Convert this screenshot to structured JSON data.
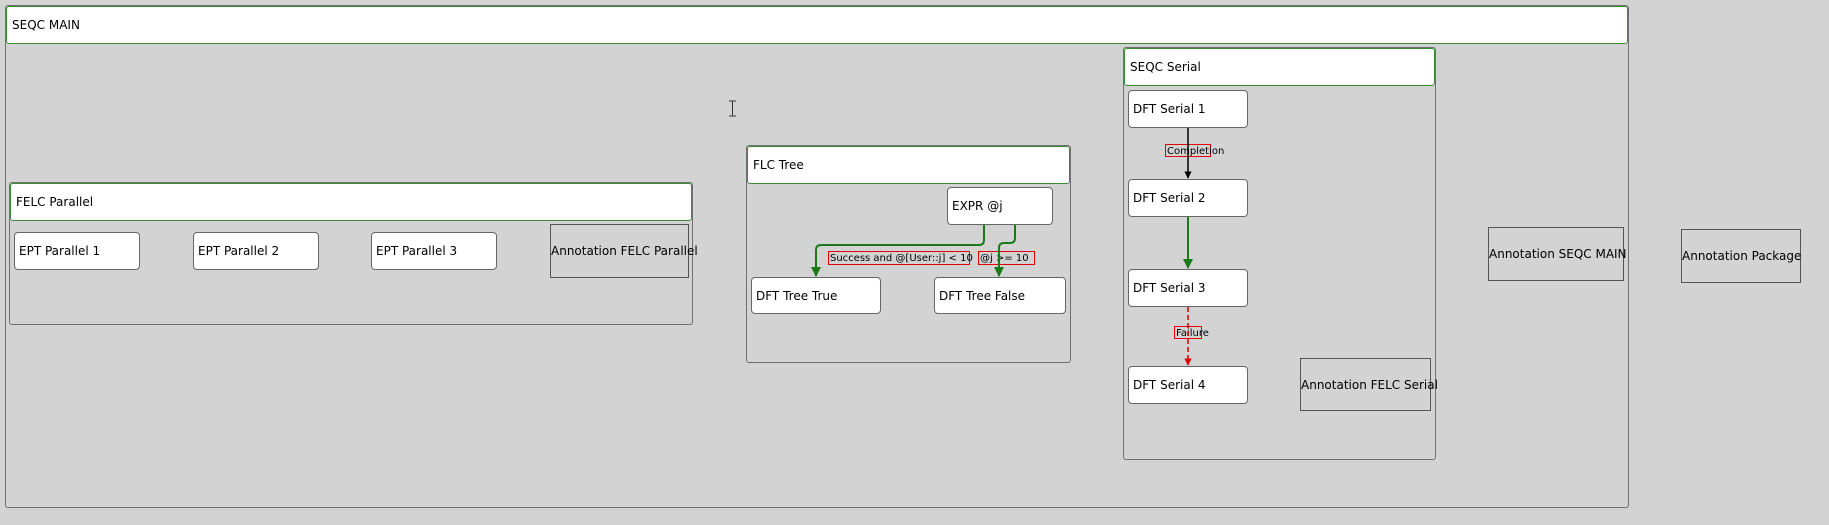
{
  "containers": {
    "seqc_main": {
      "title": "SEQC MAIN"
    },
    "felc_parallel": {
      "title": "FELC Parallel"
    },
    "flc_tree": {
      "title": "FLC Tree"
    },
    "seqc_serial": {
      "title": "SEQC Serial"
    }
  },
  "tasks": {
    "ept_parallel_1": "EPT Parallel 1",
    "ept_parallel_2": "EPT Parallel 2",
    "ept_parallel_3": "EPT Parallel 3",
    "expr_j": "EXPR @j",
    "dft_tree_true": "DFT Tree True",
    "dft_tree_false": "DFT Tree False",
    "dft_serial_1": "DFT Serial 1",
    "dft_serial_2": "DFT Serial 2",
    "dft_serial_3": "DFT Serial 3",
    "dft_serial_4": "DFT Serial 4"
  },
  "annotations": {
    "felc_parallel": "Annotation FELC Parallel",
    "felc_serial": "Annotation FELC Serial",
    "seqc_main": "Annotation SEQC MAIN",
    "package": "Annotation Package"
  },
  "connector_labels": {
    "tree_true": "Success and @[User::j] < 10",
    "tree_false": "@j >= 10",
    "serial_completion": "Completion",
    "serial_failure": "Failure"
  },
  "colors": {
    "success": "#1a7a1a",
    "completion": "#000000",
    "failure": "#e00000",
    "header_border": "#3a8a3a"
  }
}
